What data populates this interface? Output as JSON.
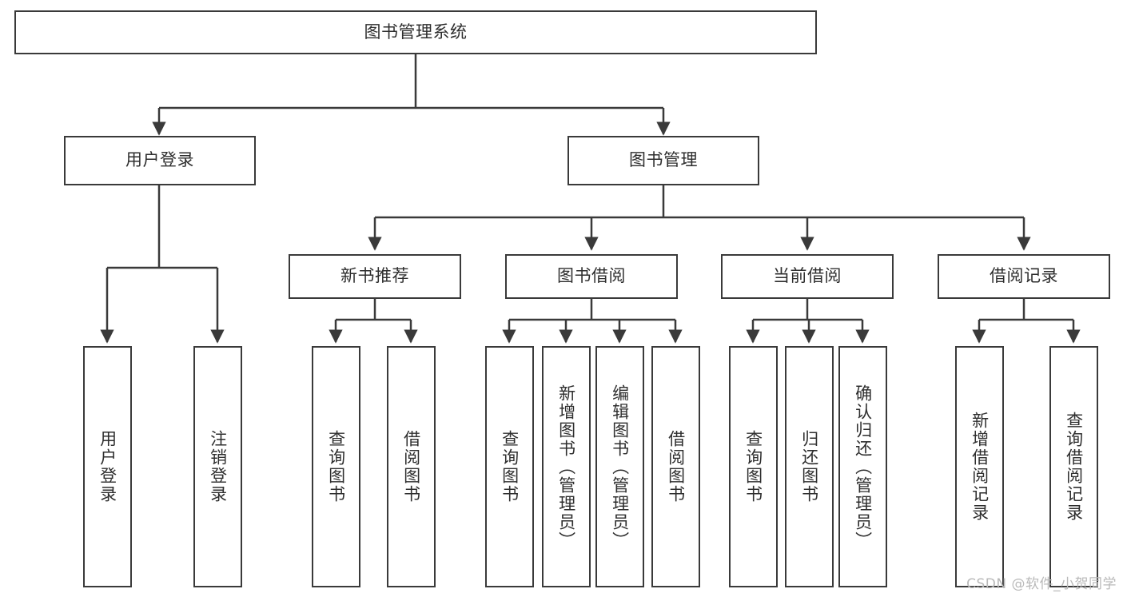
{
  "diagram": {
    "title": "图书管理系统",
    "watermark": "CSDN @软件_小贺同学",
    "line_color": "#3a3a3a",
    "text_color": "#2e2e2e",
    "background": "#ffffff",
    "nodes": {
      "root": "图书管理系统",
      "user_login": "用户登录",
      "book_manage": "图书管理",
      "new_book_rec": "新书推荐",
      "book_borrow": "图书借阅",
      "current_borrow": "当前借阅",
      "borrow_record": "借阅记录",
      "leaf_user_login": "用户登录",
      "leaf_logout": "注销登录",
      "leaf_query_book_1": "查询图书",
      "leaf_borrow_book_1": "借阅图书",
      "leaf_query_book_2": "查询图书",
      "leaf_add_book_admin": "新增图书（管理员）",
      "leaf_edit_book_admin": "编辑图书（管理员）",
      "leaf_borrow_book_2": "借阅图书",
      "leaf_query_book_3": "查询图书",
      "leaf_return_book": "归还图书",
      "leaf_confirm_return_admin": "确认归还（管理员）",
      "leaf_add_record": "新增借阅记录",
      "leaf_query_record": "查询借阅记录"
    }
  }
}
